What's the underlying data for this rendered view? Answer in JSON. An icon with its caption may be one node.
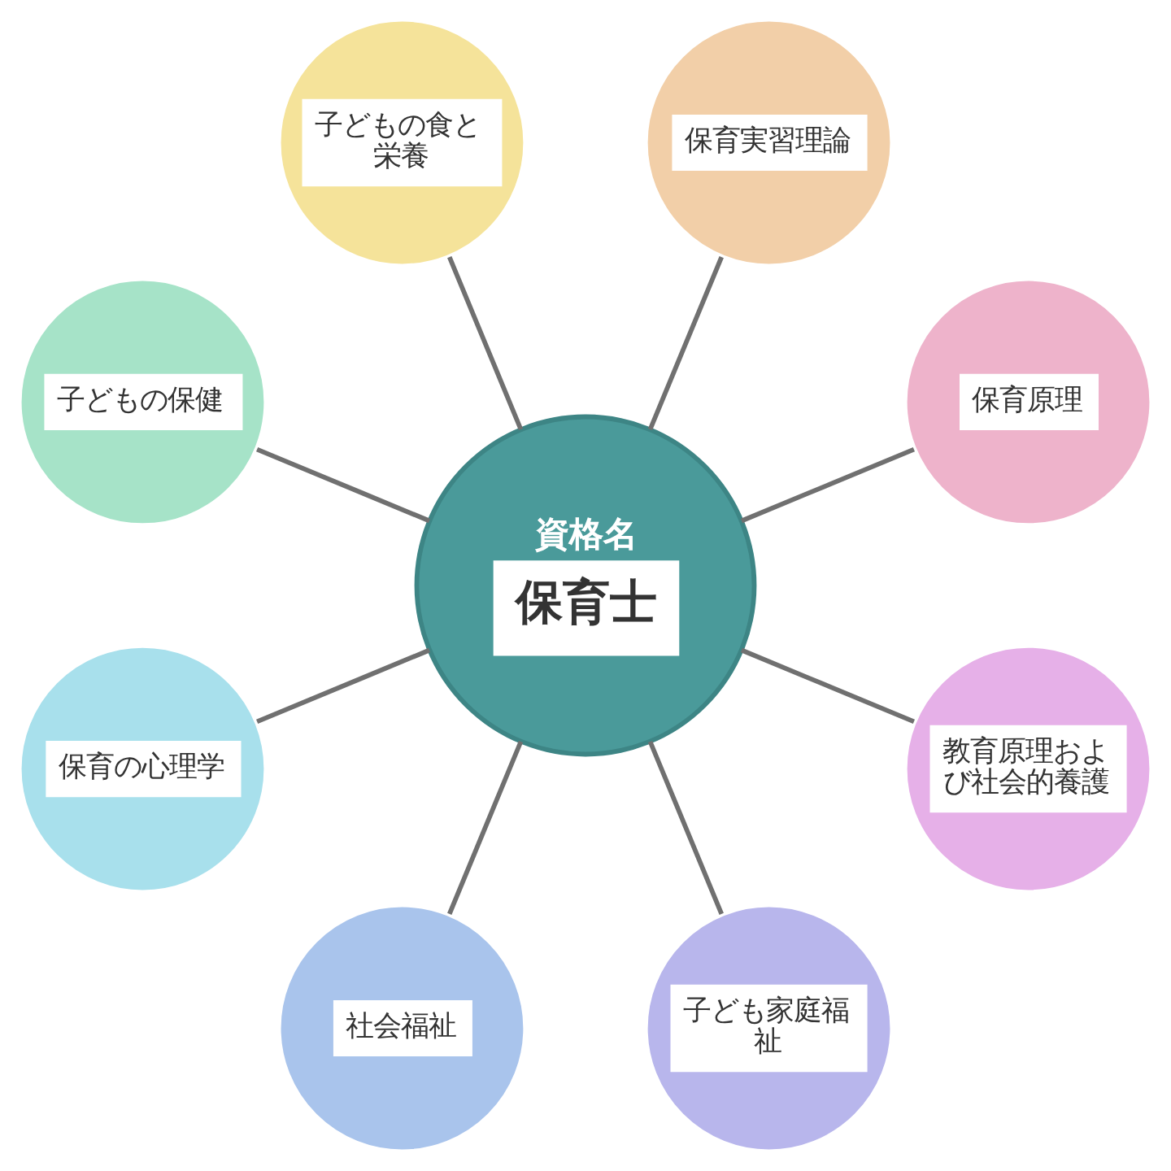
{
  "diagram": {
    "nodes": [
      {
        "text": [
          "資格名",
          "保育士"
        ]
      },
      {
        "text": [
          "保育原理"
        ]
      },
      {
        "text": [
          "保育実習理論"
        ]
      },
      {
        "text": [
          "子どもの食と栄養"
        ]
      },
      {
        "text": [
          "子どもの保健"
        ]
      },
      {
        "text": [
          "保育の心理学"
        ]
      },
      {
        "text": [
          "社会福祉"
        ]
      },
      {
        "text": [
          "子ども家庭福祉"
        ]
      },
      {
        "text": [
          "教育原理および社会的養護"
        ]
      }
    ],
    "edges": [
      {
        "from": 0,
        "to": 1,
        "arrow": "none"
      },
      {
        "from": 0,
        "to": 2,
        "arrow": "none"
      },
      {
        "from": 0,
        "to": 3,
        "arrow": "none"
      },
      {
        "from": 0,
        "to": 4,
        "arrow": "none"
      },
      {
        "from": 0,
        "to": 5,
        "arrow": "none"
      },
      {
        "from": 0,
        "to": 6,
        "arrow": "none"
      },
      {
        "from": 0,
        "to": 7,
        "arrow": "none"
      },
      {
        "from": 0,
        "to": 8,
        "arrow": "none"
      }
    ]
  }
}
